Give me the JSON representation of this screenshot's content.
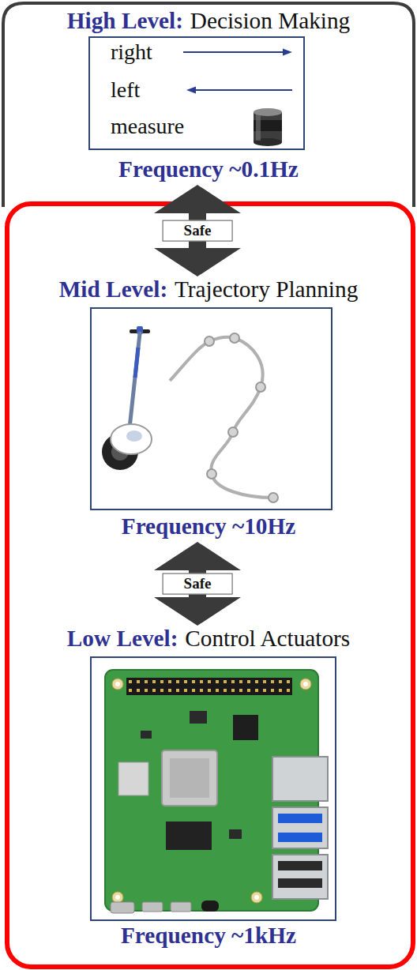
{
  "diagram": {
    "nodes": [
      {
        "text": [
          "High Level:",
          "Decision Making",
          "Frequency ~0.1Hz"
        ]
      },
      {
        "text": [
          "right",
          "left",
          "measure"
        ],
        "in": 0
      },
      {
        "text": [
          "Mid Level:",
          "Trajectory Planning",
          "Frequency ~10Hz"
        ]
      },
      {
        "text": [
          "Low Level:",
          "Control Actuators",
          "Frequency ~1kHz"
        ]
      }
    ],
    "edges": [
      {
        "from": 0,
        "to": 2,
        "label": "Safe",
        "arrow": "both"
      },
      {
        "from": 2,
        "to": 3,
        "label": "Safe",
        "arrow": "both"
      }
    ]
  }
}
